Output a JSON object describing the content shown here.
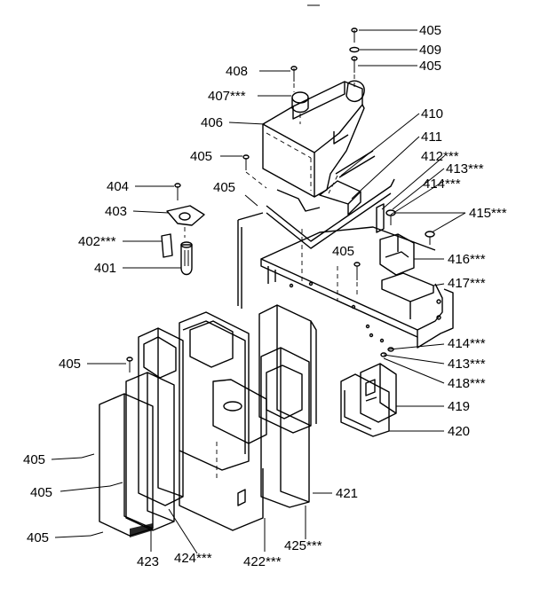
{
  "callouts": [
    {
      "id": "c405a",
      "text": "405"
    },
    {
      "id": "c409",
      "text": "409"
    },
    {
      "id": "c405b",
      "text": "405"
    },
    {
      "id": "c408",
      "text": "408"
    },
    {
      "id": "c407",
      "text": "407***"
    },
    {
      "id": "c406",
      "text": "406"
    },
    {
      "id": "c410",
      "text": "410"
    },
    {
      "id": "c411",
      "text": "411"
    },
    {
      "id": "c412",
      "text": "412***"
    },
    {
      "id": "c413a",
      "text": "413***"
    },
    {
      "id": "c414a",
      "text": "414***"
    },
    {
      "id": "c405c",
      "text": "405"
    },
    {
      "id": "c404",
      "text": "404"
    },
    {
      "id": "c405d",
      "text": "405"
    },
    {
      "id": "c403",
      "text": "403"
    },
    {
      "id": "c415",
      "text": "415***"
    },
    {
      "id": "c402",
      "text": "402***"
    },
    {
      "id": "c405e",
      "text": "405"
    },
    {
      "id": "c416",
      "text": "416***"
    },
    {
      "id": "c401",
      "text": "401"
    },
    {
      "id": "c417",
      "text": "417***"
    },
    {
      "id": "c414b",
      "text": "414***"
    },
    {
      "id": "c405f",
      "text": "405"
    },
    {
      "id": "c413b",
      "text": "413***"
    },
    {
      "id": "c418",
      "text": "418***"
    },
    {
      "id": "c419",
      "text": "419"
    },
    {
      "id": "c420",
      "text": "420"
    },
    {
      "id": "c405g",
      "text": "405"
    },
    {
      "id": "c405h",
      "text": "405"
    },
    {
      "id": "c421",
      "text": "421"
    },
    {
      "id": "c405i",
      "text": "405"
    },
    {
      "id": "c423",
      "text": "423"
    },
    {
      "id": "c424",
      "text": "424***"
    },
    {
      "id": "c422",
      "text": "422***"
    },
    {
      "id": "c425",
      "text": "425***"
    }
  ]
}
